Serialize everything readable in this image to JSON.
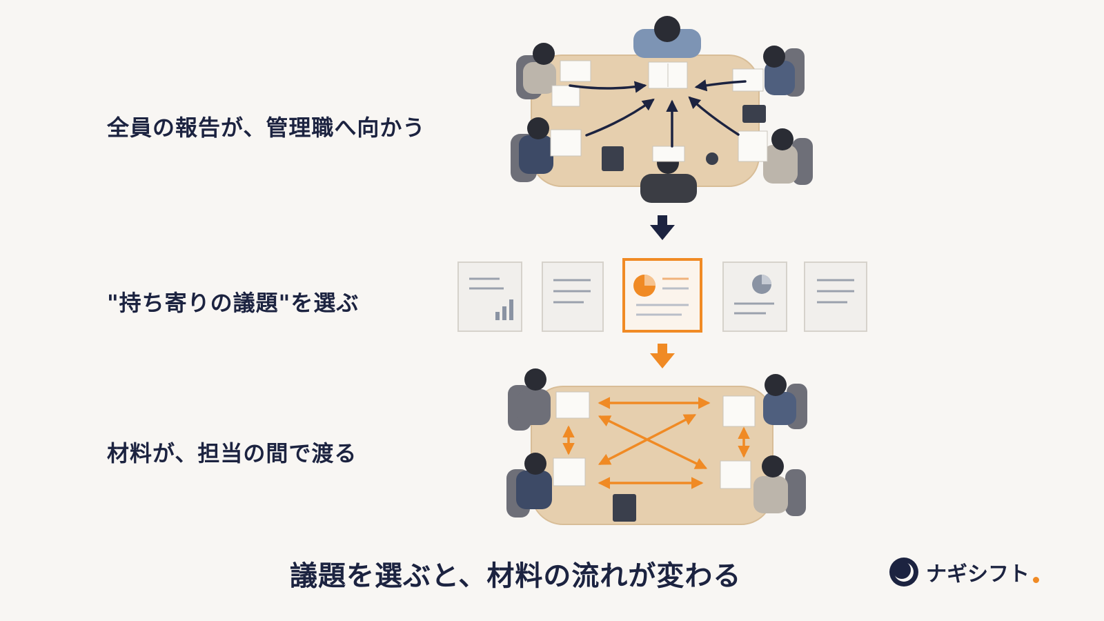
{
  "rows": [
    {
      "label": "全員の報告が、管理職へ向かう"
    },
    {
      "label": "\"持ち寄りの議題\"を選ぶ"
    },
    {
      "label": "材料が、担当の間で渡る"
    }
  ],
  "caption": "議題を選ぶと、材料の流れが変わる",
  "brand": {
    "name": "ナギシフト"
  },
  "colors": {
    "navy": "#1c2340",
    "orange": "#f08a24",
    "table": "#e6cfae",
    "paper": "#f1efec",
    "background": "#f8f6f3"
  },
  "documents": [
    {
      "icon": "bar-chart-icon",
      "selected": false
    },
    {
      "icon": "text-lines-icon",
      "selected": false
    },
    {
      "icon": "pie-chart-icon",
      "selected": true
    },
    {
      "icon": "pie-chart-icon",
      "selected": false
    },
    {
      "icon": "text-lines-icon",
      "selected": false
    }
  ]
}
